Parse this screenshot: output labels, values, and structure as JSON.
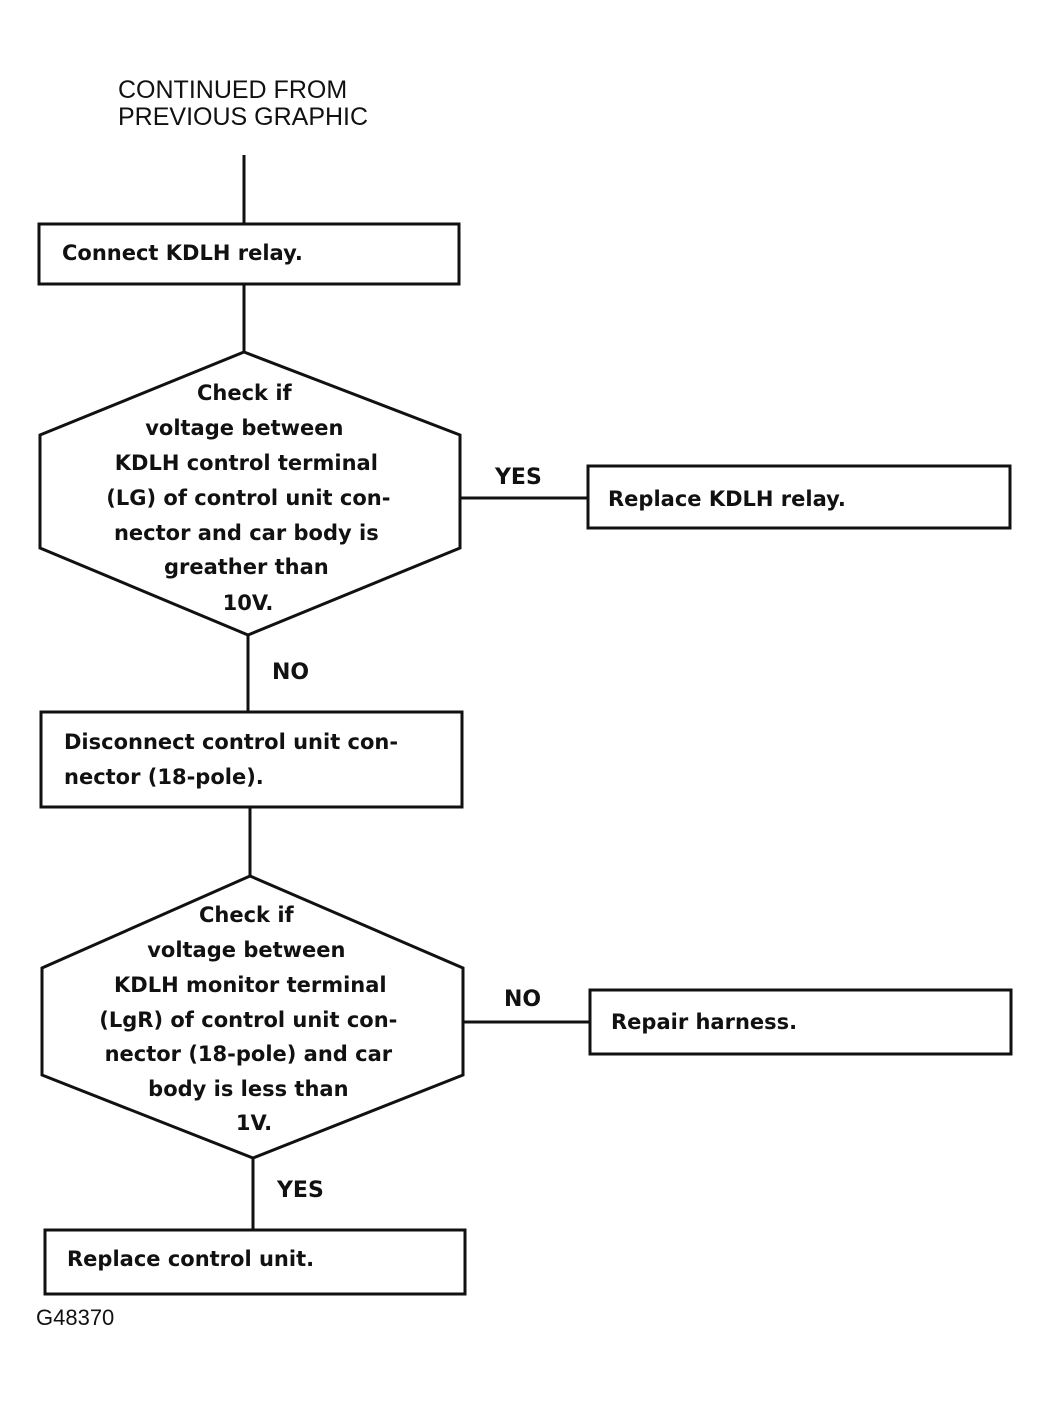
{
  "continued_note": [
    "CONTINUED FROM",
    "PREVIOUS GRAPHIC"
  ],
  "nodes": {
    "connect_relay": {
      "lines": [
        "Connect KDLH relay."
      ]
    },
    "check_control_voltage": {
      "lines": [
        "Check if",
        "voltage between",
        "KDLH control terminal",
        "(LG) of control unit con-",
        "nector and car body is",
        "greather than",
        "10V."
      ]
    },
    "replace_relay": {
      "lines": [
        "Replace KDLH relay."
      ]
    },
    "disconnect_connector": {
      "lines": [
        "Disconnect control unit con-",
        "nector (18-pole)."
      ]
    },
    "check_monitor_voltage": {
      "lines": [
        "Check if",
        "voltage between",
        "KDLH monitor terminal",
        "(LgR) of control unit con-",
        "nector (18-pole) and car",
        "body is less than",
        "1V."
      ]
    },
    "repair_harness": {
      "lines": [
        "Repair harness."
      ]
    },
    "replace_control_unit": {
      "lines": [
        "Replace control unit."
      ]
    }
  },
  "edge_labels": {
    "check1_yes": "YES",
    "check1_no": "NO",
    "check2_no": "NO",
    "check2_yes": "YES"
  },
  "figure_id": "G48370"
}
